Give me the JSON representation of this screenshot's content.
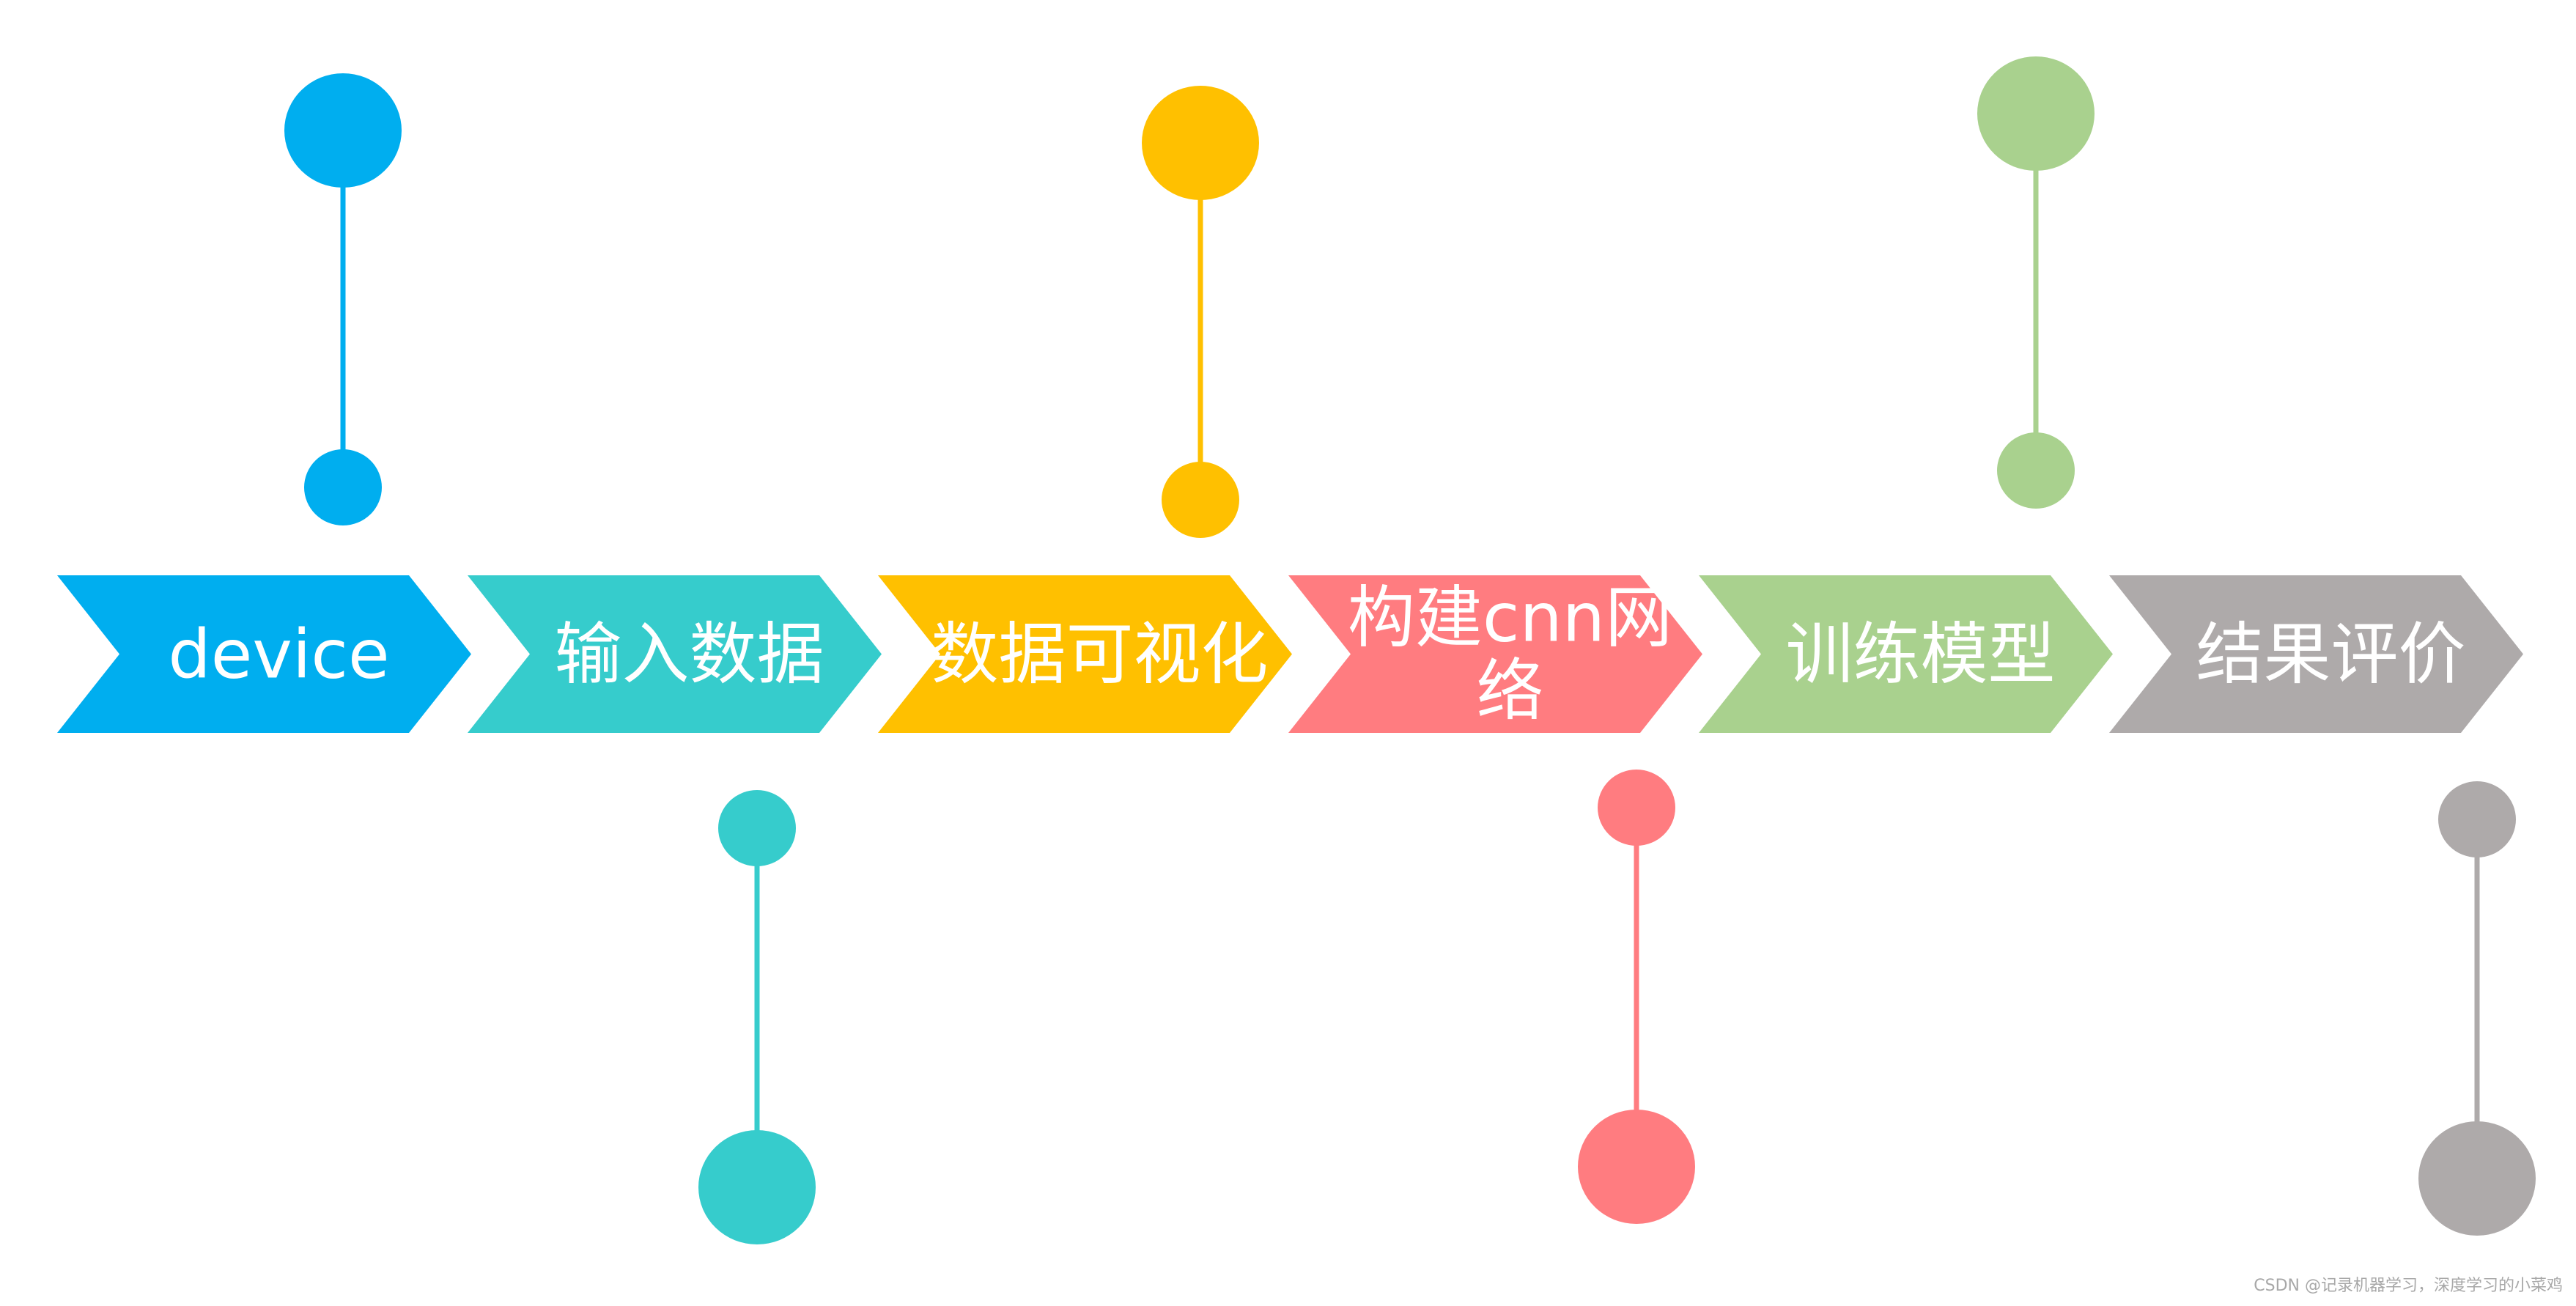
{
  "steps": [
    {
      "id": "device",
      "label": "device",
      "color": "#00AEEF",
      "stem": "up"
    },
    {
      "id": "input-data",
      "label": "输入数据",
      "color": "#36CCCC",
      "stem": "down"
    },
    {
      "id": "data-visualization",
      "label": "数据可视化",
      "color": "#FFC000",
      "stem": "up"
    },
    {
      "id": "build-cnn",
      "label": "构建cnn网络",
      "lines": [
        "构建cnn网",
        "络"
      ],
      "color": "#FF7C80",
      "stem": "down"
    },
    {
      "id": "train-model",
      "label": "训练模型",
      "color": "#A9D18E",
      "stem": "up"
    },
    {
      "id": "evaluate-results",
      "label": "结果评价",
      "color": "#AEAAAA",
      "stem": "down"
    }
  ],
  "watermark": "CSDN @记录机器学习，深度学习的小菜鸡"
}
